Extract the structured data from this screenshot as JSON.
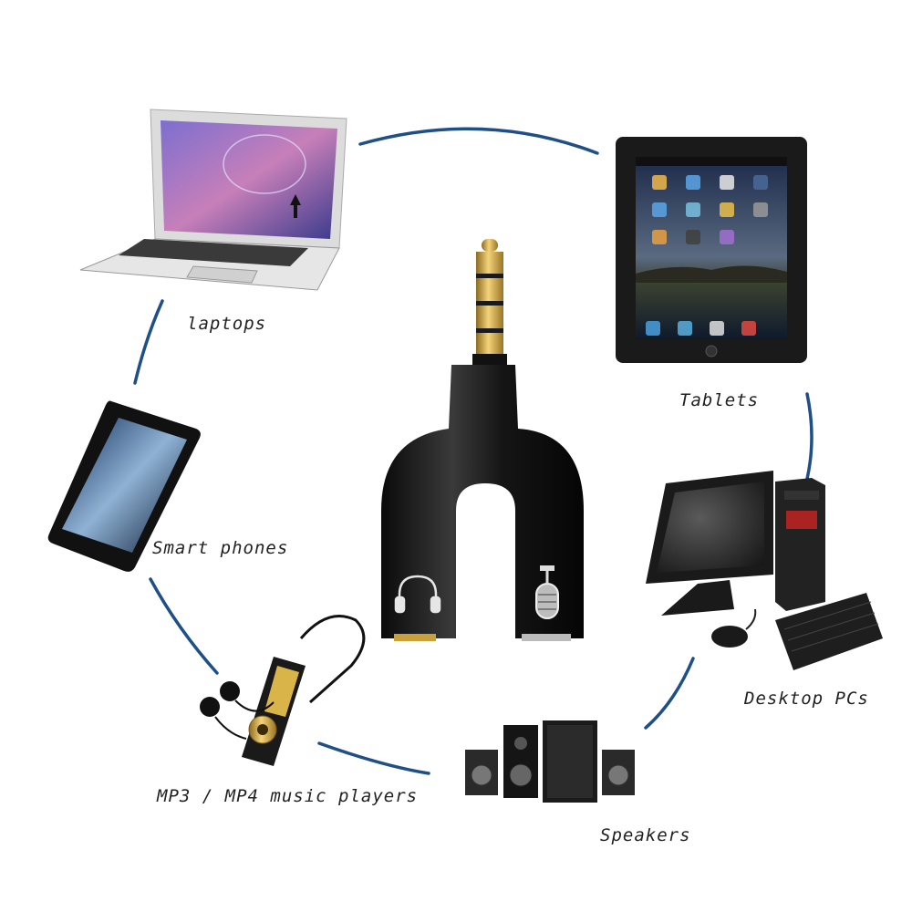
{
  "labels": {
    "laptops": "laptops",
    "tablets": "Tablets",
    "smart_phones": "Smart phones",
    "desktop_pcs": "Desktop PCs",
    "mp3_players": "MP3 / MP4 music players",
    "speakers": "Speakers"
  },
  "colors": {
    "connector_arc": "#1e4f86",
    "adapter_body": "#141414",
    "gold_plug": "#c9a03c"
  },
  "icons": [
    "headphone-icon",
    "microphone-icon"
  ]
}
